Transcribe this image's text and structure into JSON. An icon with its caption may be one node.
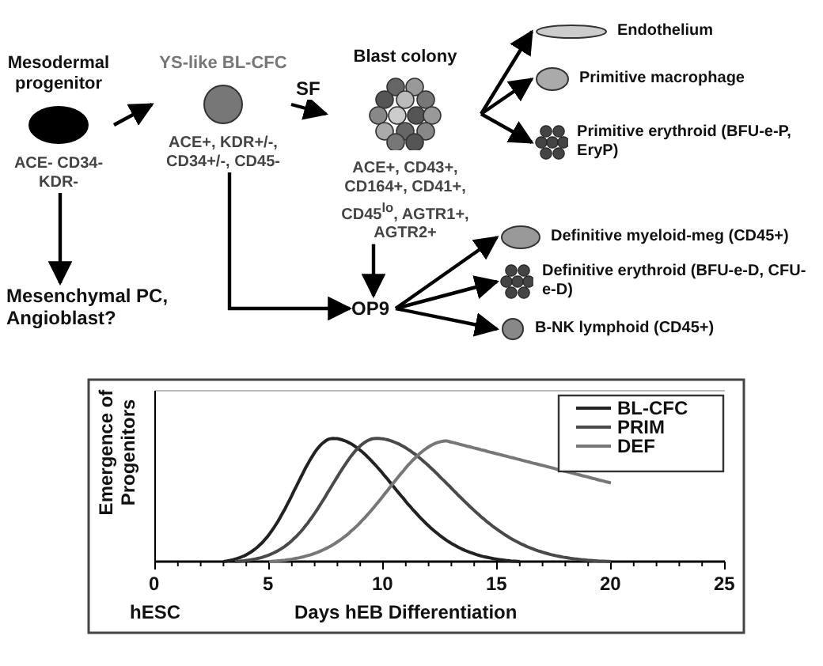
{
  "diagram": {
    "nodes": [
      {
        "text": [
          "Mesodermal progenitor",
          "ACE- CD34- KDR-"
        ]
      },
      {
        "text": [
          "YS-like BL-CFC",
          "ACE+, KDR+/-, CD34+/-, CD45-"
        ]
      },
      {
        "text": [
          "Blast colony",
          "ACE+, CD43+, CD164+, CD41+, CD45$^{lo}$, AGTR1+, AGTR2+"
        ]
      },
      {
        "text": [
          "Mesenchymal PC, Angioblast?"
        ]
      },
      {
        "text": [
          "OP9"
        ]
      },
      {
        "text": [
          "Endothelium"
        ]
      },
      {
        "text": [
          "Primitive macrophage"
        ]
      },
      {
        "text": [
          "Primitive erythroid (BFU-e-P, EryP)"
        ]
      },
      {
        "text": [
          "Definitive myeloid-meg (CD45+)"
        ]
      },
      {
        "text": [
          "Definitive erythroid (BFU-e-D, CFU-e-D)"
        ]
      },
      {
        "text": [
          "B-NK lymphoid (CD45+)"
        ]
      }
    ],
    "edges": [
      {
        "from": 0,
        "to": 1,
        "arrow": "to"
      },
      {
        "from": 1,
        "to": 2,
        "label": "SF",
        "arrow": "to"
      },
      {
        "from": 0,
        "to": 3,
        "arrow": "to"
      },
      {
        "from": 1,
        "to": 4,
        "arrow": "to"
      },
      {
        "from": 2,
        "to": 4,
        "arrow": "to"
      },
      {
        "from": 2,
        "to": 5,
        "arrow": "to"
      },
      {
        "from": 2,
        "to": 6,
        "arrow": "to"
      },
      {
        "from": 2,
        "to": 7,
        "arrow": "to"
      },
      {
        "from": 4,
        "to": 8,
        "arrow": "to"
      },
      {
        "from": 4,
        "to": 9,
        "arrow": "to"
      },
      {
        "from": 4,
        "to": 10,
        "arrow": "to"
      }
    ],
    "labels": [
      "Emergence of Progenitors",
      "0",
      "5",
      "10",
      "15",
      "20",
      "25",
      "hESC",
      "Days hEB Differentiation"
    ],
    "legend": [
      {
        "text": "BL-CFC"
      },
      {
        "text": "PRIM"
      },
      {
        "text": "DEF"
      }
    ]
  }
}
